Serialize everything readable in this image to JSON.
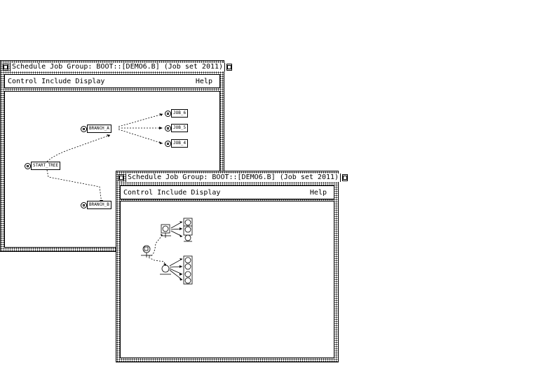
{
  "window1": {
    "title": "Schedule Job Group: BOOT::[DEMO6.B] (Job set 2011)",
    "menu": {
      "control": "Control",
      "include": "Include",
      "display": "Display",
      "help": "Help"
    },
    "nodes": {
      "start": "START_TREE",
      "branch_top": "BRANCH_A",
      "branch_bottom": "BRANCH_B",
      "job6": "JOB_6",
      "job5": "JOB_5",
      "job4": "JOB_4"
    }
  },
  "window2": {
    "title": "Schedule Job Group: BOOT::[DEMO6.B] (Job set 2011)",
    "menu": {
      "control": "Control",
      "include": "Include",
      "display": "Display",
      "help": "Help"
    }
  }
}
